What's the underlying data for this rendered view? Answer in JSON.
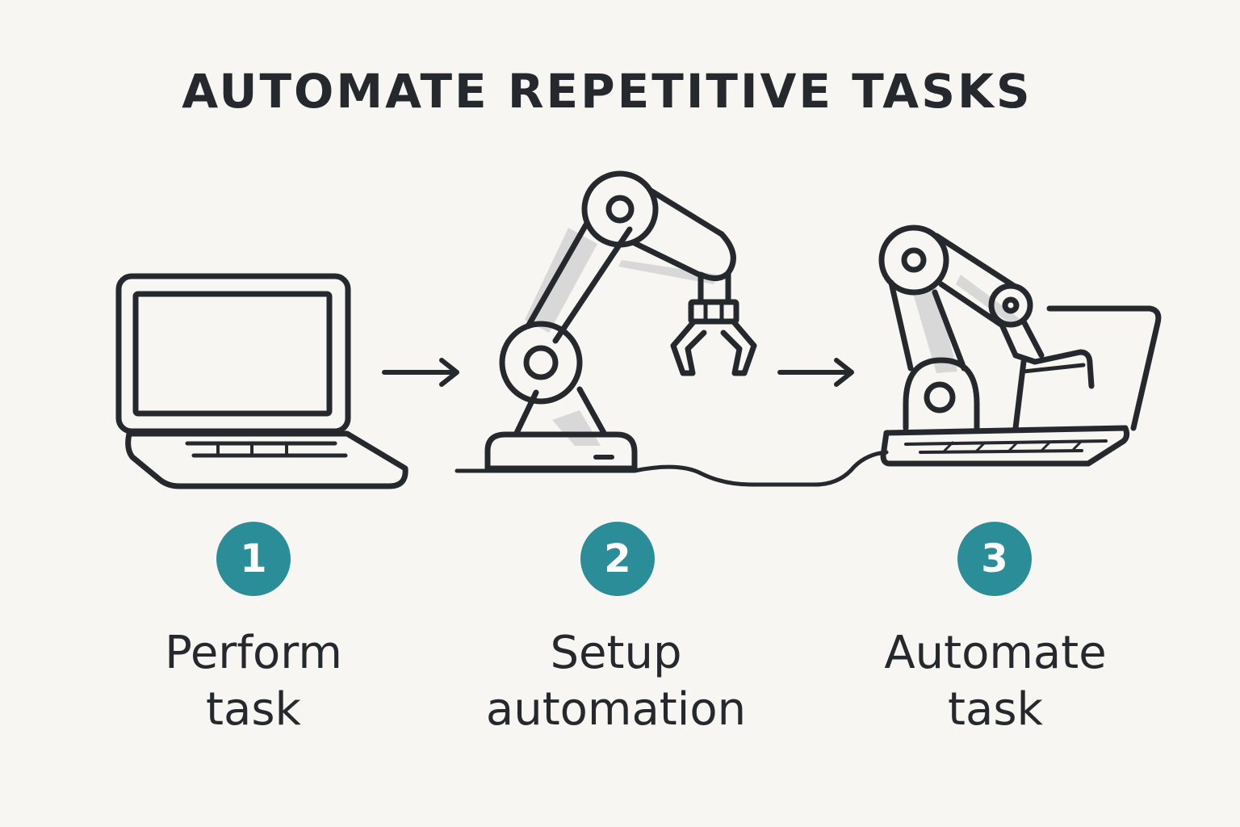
{
  "title": "AUTOMATE REPETITIVE TASKS",
  "colors": {
    "background": "#f8f6f2",
    "ink": "#25292e",
    "accent": "#2a8d97",
    "shadow": "#d8d8d8"
  },
  "steps": [
    {
      "number": "1",
      "line1": "Perform",
      "line2": "task",
      "icon": "laptop-icon"
    },
    {
      "number": "2",
      "line1": "Setup",
      "line2": "automation",
      "icon": "robot-arm-icon"
    },
    {
      "number": "3",
      "line1": "Automate",
      "line2": "task",
      "icon": "robot-arm-at-laptop-icon"
    }
  ],
  "connectors": [
    "arrow-right-icon",
    "arrow-right-icon",
    "cable-line"
  ]
}
